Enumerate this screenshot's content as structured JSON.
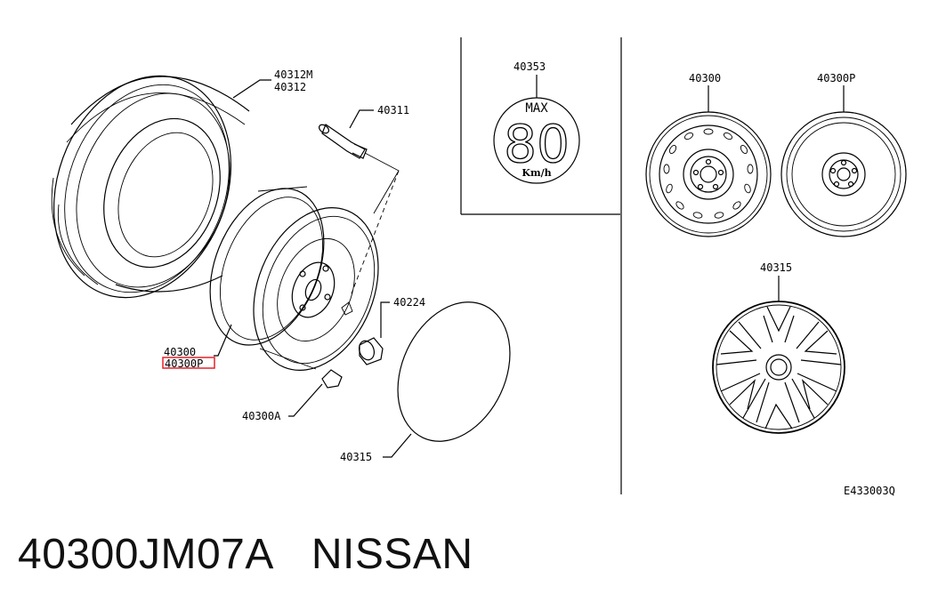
{
  "labels": {
    "tire_m": "40312M",
    "tire": "40312",
    "valve": "40311",
    "nut": "40224",
    "wheel": "40300",
    "wheel_p": "40300P",
    "weight": "40300A",
    "cap_left": "40315",
    "label_sticker": "40353",
    "wheel_right": "40300",
    "wheel_p_right": "40300P",
    "cap_right": "40315",
    "diagram_code": "E433003Q"
  },
  "sticker": {
    "top": "MAX",
    "number": "80",
    "unit": "Km/h"
  },
  "highlight_color": "#e8202a",
  "footer": {
    "part_number": "40300JM07A",
    "brand": "NISSAN"
  }
}
